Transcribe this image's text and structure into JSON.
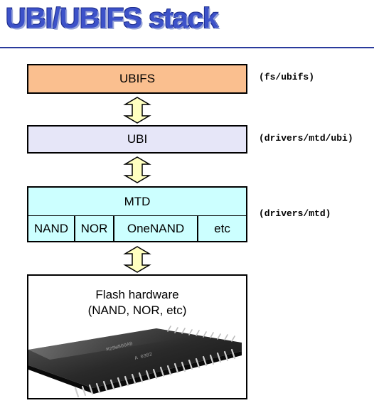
{
  "title": "UBI/UBIFS stack",
  "colors": {
    "ubifs": "#fabf8f",
    "ubi": "#e6e6f8",
    "mtd": "#ccffff",
    "arrow": "#ffffc0",
    "title": "#3d52c9"
  },
  "layers": {
    "ubifs": {
      "label": "UBIFS",
      "path": "(fs/ubifs)"
    },
    "ubi": {
      "label": "UBI",
      "path": "(drivers/mtd/ubi)"
    },
    "mtd": {
      "label": "MTD",
      "path": "(drivers/mtd)",
      "subcomponents": [
        "NAND",
        "NOR",
        "OneNAND",
        "etc"
      ]
    },
    "hardware": {
      "line1": "Flash hardware",
      "line2": "(NAND, NOR, etc)"
    }
  }
}
